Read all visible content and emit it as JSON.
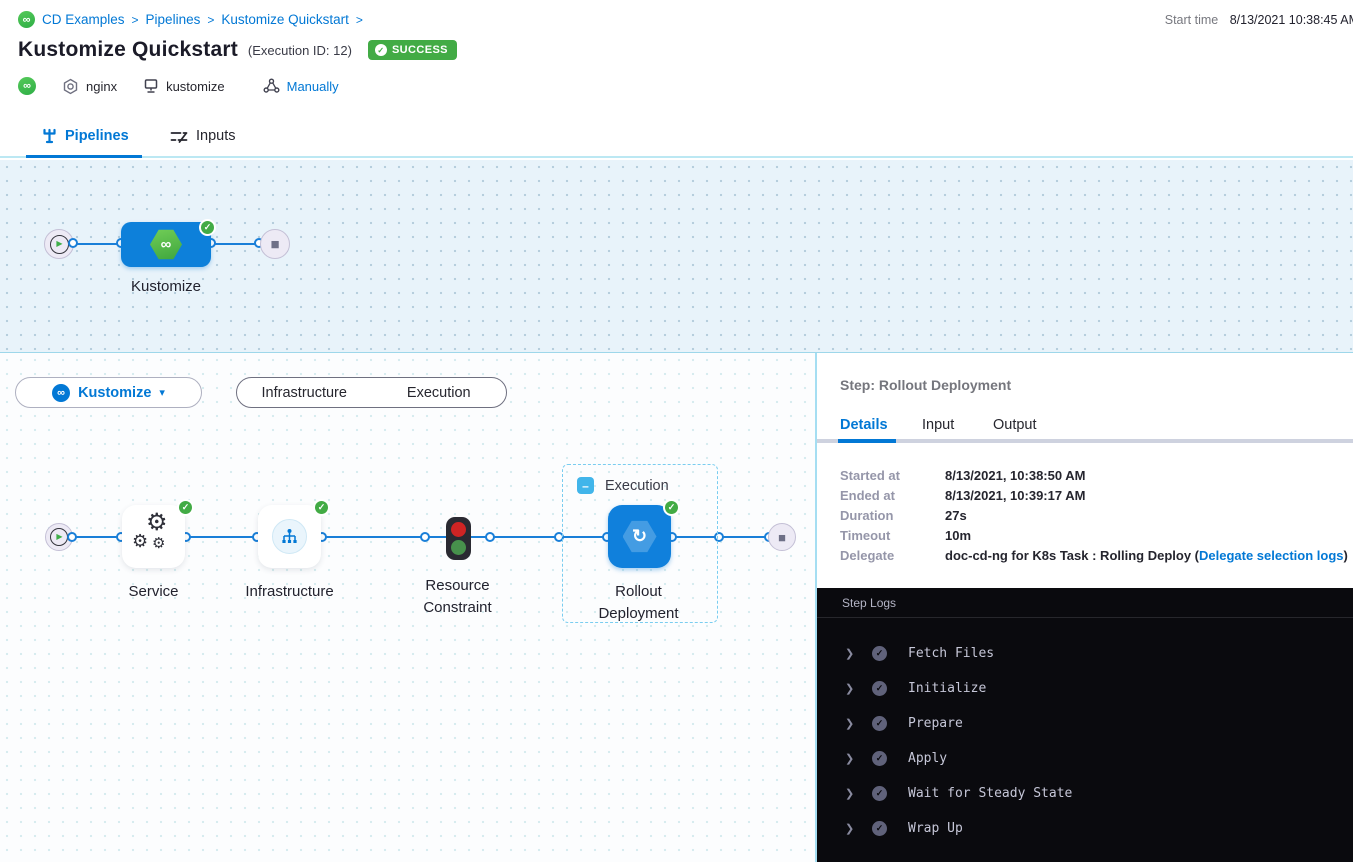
{
  "breadcrumb": {
    "separator": ">",
    "items": [
      {
        "label": "CD Examples"
      },
      {
        "label": "Pipelines"
      },
      {
        "label": "Kustomize Quickstart"
      }
    ]
  },
  "header": {
    "title": "Kustomize Quickstart",
    "execution_id": "(Execution ID: 12)",
    "status": "SUCCESS",
    "start_time_label": "Start time",
    "start_time_value": "8/13/2021 10:38:45 AM",
    "tags": {
      "service": "nginx",
      "environment": "kustomize",
      "trigger": "Manually"
    }
  },
  "tabs": [
    {
      "label": "Pipelines"
    },
    {
      "label": "Inputs"
    }
  ],
  "top_graph": {
    "stage_label": "Kustomize"
  },
  "stage_bar": {
    "selector_label": "Kustomize",
    "toggle": [
      {
        "label": "Infrastructure"
      },
      {
        "label": "Execution"
      }
    ]
  },
  "flow": {
    "group_label": "Execution",
    "nodes": [
      {
        "label": "Service"
      },
      {
        "label": "Infrastructure"
      },
      {
        "label": "Resource Constraint"
      },
      {
        "label": "Rollout Deployment"
      }
    ]
  },
  "step_panel": {
    "title": "Step: Rollout Deployment",
    "tabs": [
      {
        "label": "Details"
      },
      {
        "label": "Input"
      },
      {
        "label": "Output"
      }
    ],
    "details": [
      {
        "label": "Started at",
        "value": "8/13/2021, 10:38:50 AM"
      },
      {
        "label": "Ended at",
        "value": "8/13/2021, 10:39:17 AM"
      },
      {
        "label": "Duration",
        "value": "27s"
      },
      {
        "label": "Timeout",
        "value": "10m"
      },
      {
        "label": "Delegate",
        "value_prefix": "doc-cd-ng for K8s Task : Rolling Deploy (",
        "link": "Delegate selection logs",
        "value_suffix": ")"
      }
    ],
    "logs": {
      "header": "Step Logs",
      "entries": [
        {
          "text": "Fetch Files"
        },
        {
          "text": "Initialize"
        },
        {
          "text": "Prepare"
        },
        {
          "text": "Apply"
        },
        {
          "text": "Wait for Steady State"
        },
        {
          "text": "Wrap Up"
        }
      ]
    }
  },
  "icons": {
    "infinity": "∞",
    "check": "✓",
    "caret_down": "▾",
    "play": "▶",
    "stop": "■",
    "gear": "⚙",
    "minus": "–",
    "rollout": "↻",
    "chevron_right": "❯"
  },
  "colors": {
    "accent_blue": "#0278d5",
    "success_green": "#42ab45",
    "node_blue": "#0d80da",
    "log_background": "#0a0a0e"
  }
}
